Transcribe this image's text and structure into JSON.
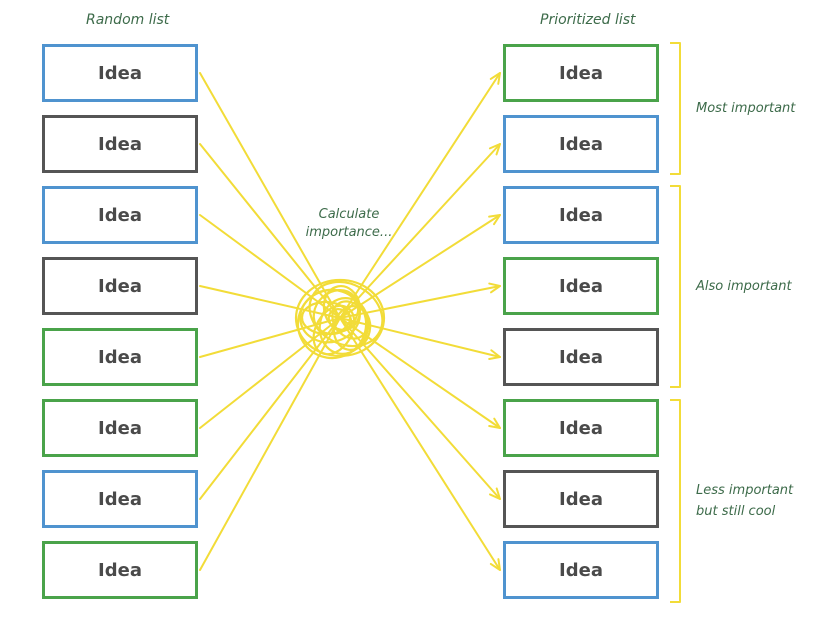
{
  "headings": {
    "left": "Random list",
    "right": "Prioritized list"
  },
  "center_label": {
    "line1": "Calculate",
    "line2": "importance..."
  },
  "colors": {
    "blue": "#4f93cf",
    "gray": "#555555",
    "green": "#4aa34a",
    "arrow": "#f2dc38",
    "text": "#4a4a4a",
    "label": "#3d6b4a"
  },
  "random_list": [
    {
      "label": "Idea",
      "color": "blue"
    },
    {
      "label": "Idea",
      "color": "gray"
    },
    {
      "label": "Idea",
      "color": "blue"
    },
    {
      "label": "Idea",
      "color": "gray"
    },
    {
      "label": "Idea",
      "color": "green"
    },
    {
      "label": "Idea",
      "color": "green"
    },
    {
      "label": "Idea",
      "color": "blue"
    },
    {
      "label": "Idea",
      "color": "green"
    }
  ],
  "prioritized_list": [
    {
      "label": "Idea",
      "color": "green"
    },
    {
      "label": "Idea",
      "color": "blue"
    },
    {
      "label": "Idea",
      "color": "blue"
    },
    {
      "label": "Idea",
      "color": "green"
    },
    {
      "label": "Idea",
      "color": "gray"
    },
    {
      "label": "Idea",
      "color": "green"
    },
    {
      "label": "Idea",
      "color": "gray"
    },
    {
      "label": "Idea",
      "color": "blue"
    }
  ],
  "groups": [
    {
      "label_lines": [
        "Most important"
      ]
    },
    {
      "label_lines": [
        "Also important"
      ]
    },
    {
      "label_lines": [
        "Less important",
        "but still cool"
      ]
    }
  ]
}
